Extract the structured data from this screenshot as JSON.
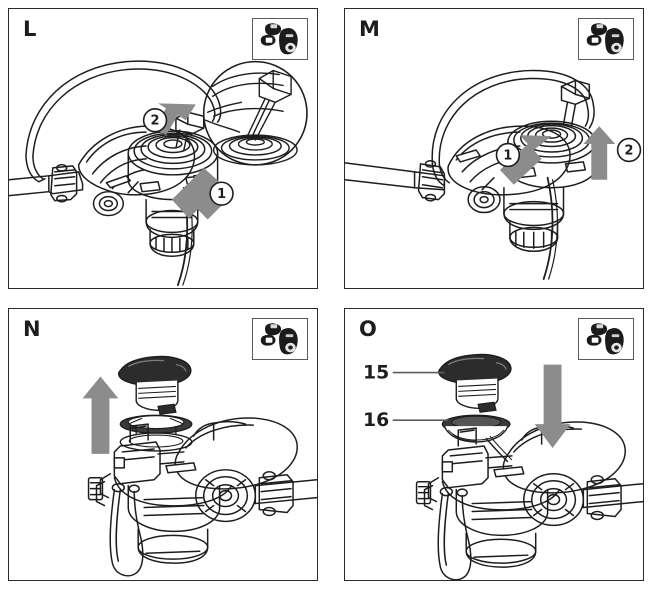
{
  "document": {
    "type": "technical-assembly-instruction-sheet",
    "panel_count": 4,
    "background_color": "#ffffff",
    "line_color": "#1d1d1d",
    "arrow_color": "#8c8c8c",
    "border_color": "#2b2b2b"
  },
  "panels": [
    {
      "id": "L",
      "letter": "L",
      "position": "top-left",
      "has_inset_thumbnail": true,
      "has_magnifier_detail": true,
      "callouts": [
        {
          "number": "1",
          "arrow_direction": "up-left-diagonal"
        },
        {
          "number": "2",
          "arrow_direction": "up-right-diagonal"
        }
      ],
      "part_labels": []
    },
    {
      "id": "M",
      "letter": "M",
      "position": "top-right",
      "has_inset_thumbnail": true,
      "has_magnifier_detail": false,
      "callouts": [
        {
          "number": "1",
          "arrow_direction": "up-right-diagonal"
        },
        {
          "number": "2",
          "arrow_direction": "up"
        }
      ],
      "part_labels": []
    },
    {
      "id": "N",
      "letter": "N",
      "position": "bottom-left",
      "has_inset_thumbnail": true,
      "has_magnifier_detail": false,
      "callouts": [
        {
          "number": "",
          "arrow_direction": "up"
        }
      ],
      "part_labels": []
    },
    {
      "id": "O",
      "letter": "O",
      "position": "bottom-right",
      "has_inset_thumbnail": true,
      "has_magnifier_detail": false,
      "callouts": [
        {
          "number": "",
          "arrow_direction": "down"
        }
      ],
      "part_labels": [
        {
          "number": "15",
          "leader_line": true,
          "points_to": "upper-cap-part"
        },
        {
          "number": "16",
          "leader_line": true,
          "points_to": "lower-spool-part"
        }
      ]
    }
  ],
  "icons": {
    "inset_thumbnail": "tool-parts-thumbnail-icon",
    "magnifier": "magnifier-detail-circle-icon",
    "arrow_up": "arrow-up-icon",
    "arrow_down": "arrow-down-icon",
    "arrow_diagonal": "arrow-diagonal-icon",
    "callout_circle": "callout-circle-icon"
  }
}
